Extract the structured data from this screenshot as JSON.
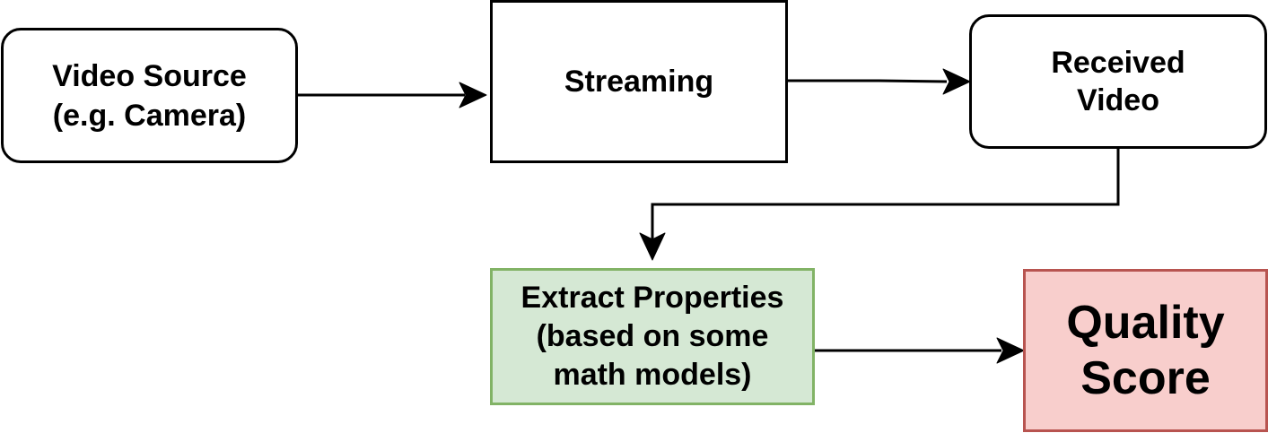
{
  "diagram": {
    "nodes": {
      "video_source": {
        "lines": [
          "Video Source",
          "(e.g. Camera)"
        ]
      },
      "streaming": {
        "lines": [
          "Streaming"
        ]
      },
      "received_video": {
        "lines": [
          "Received",
          "Video"
        ]
      },
      "extract_properties": {
        "lines": [
          "Extract Properties",
          "(based on some",
          "math models)"
        ],
        "fill": "#d5e8d4",
        "stroke": "#82b366"
      },
      "quality_score": {
        "lines": [
          "Quality",
          "Score"
        ],
        "fill": "#f8cecc",
        "stroke": "#b85450"
      }
    },
    "edges": [
      {
        "from": "Video Source (e.g. Camera)",
        "to": "Streaming"
      },
      {
        "from": "Streaming",
        "to": "Received Video"
      },
      {
        "from": "Received Video",
        "to": "Extract Properties (based on some math models)"
      },
      {
        "from": "Extract Properties (based on some math models)",
        "to": "Quality Score"
      }
    ]
  }
}
